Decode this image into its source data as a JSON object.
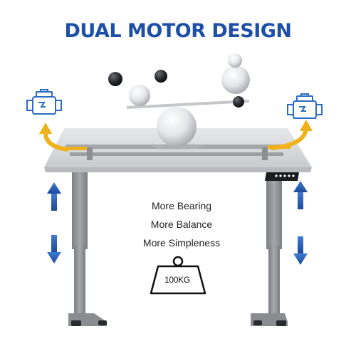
{
  "title": "DUAL MOTOR DESIGN",
  "features": [
    "More Bearing",
    "More Balance",
    "More Simpleness"
  ],
  "weight_label": "100KG",
  "colors": {
    "title": "#1d4fa6",
    "arrow_blue": "#2b5fb8",
    "arrow_yellow": "#f0b21b",
    "motor_icon": "#2b6cc4",
    "frame": "#8d8f93",
    "desktop": "#d8dadc"
  },
  "icons": [
    "motor-icon-left",
    "motor-icon-right",
    "up-down-arrow-left",
    "up-down-arrow-right",
    "weight-icon",
    "balance-spheres"
  ]
}
